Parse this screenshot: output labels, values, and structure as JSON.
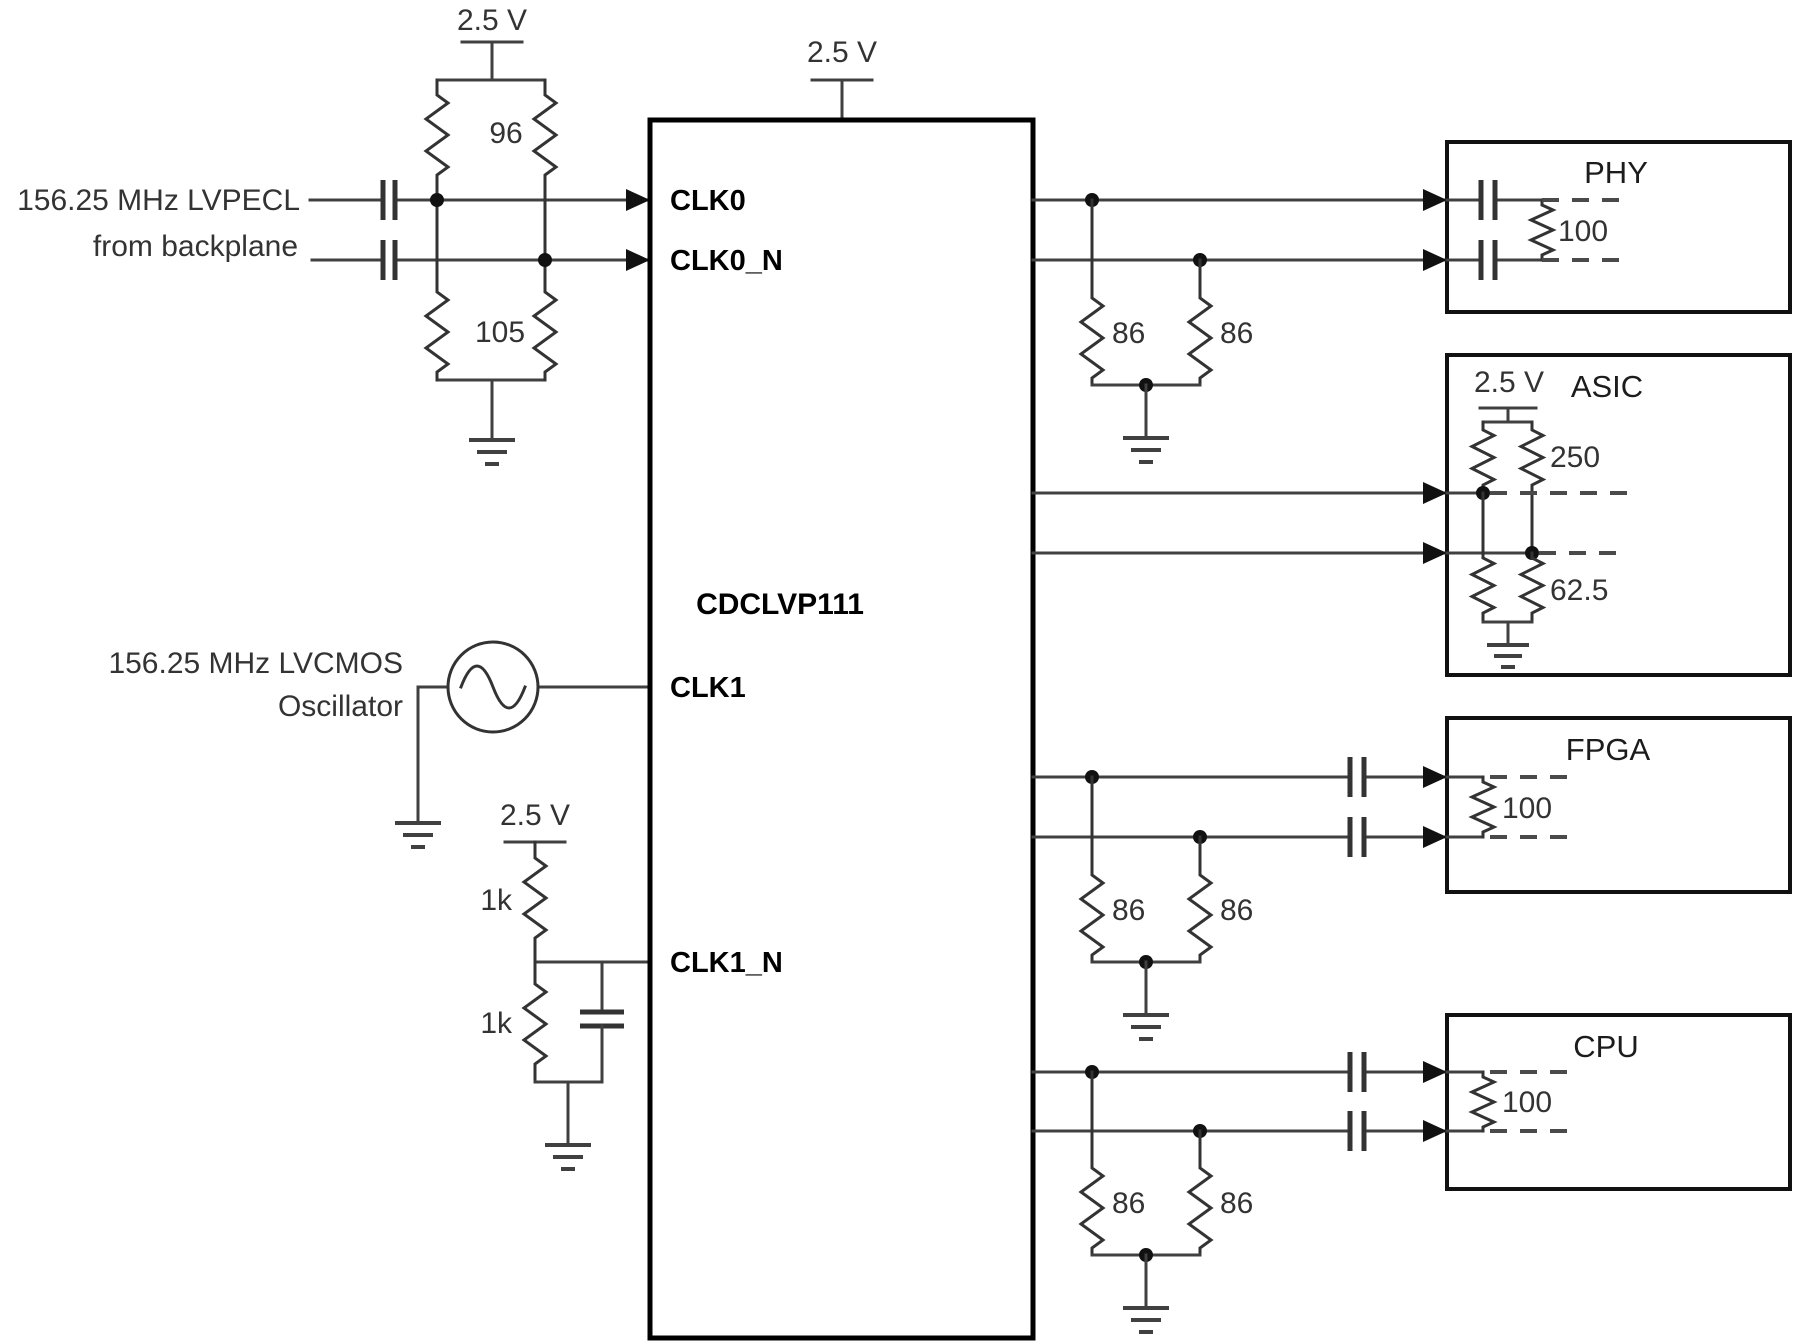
{
  "chip": {
    "name": "CDCLVP111",
    "supply": "2.5 V",
    "pins": {
      "clk0": "CLK0",
      "clk0_n": "CLK0_N",
      "clk1": "CLK1",
      "clk1_n": "CLK1_N"
    }
  },
  "lvpecl_input": {
    "label_line1": "156.25 MHz LVPECL",
    "label_line2": "from backplane",
    "supply": "2.5 V",
    "r_pullup": "96",
    "r_pulldown": "105"
  },
  "lvcmos_input": {
    "label_line1": "156.25 MHz LVCMOS",
    "label_line2": "Oscillator",
    "bias_supply": "2.5 V",
    "r_upper": "1k",
    "r_lower": "1k"
  },
  "terminations": {
    "r_output": "86"
  },
  "loads": {
    "phy": {
      "name": "PHY",
      "r_diff": "100"
    },
    "asic": {
      "name": "ASIC",
      "supply": "2.5 V",
      "r_pullup": "250",
      "r_pulldown": "62.5"
    },
    "fpga": {
      "name": "FPGA",
      "r_diff": "100"
    },
    "cpu": {
      "name": "CPU",
      "r_diff": "100"
    }
  },
  "colors": {
    "ink": "#333333",
    "background": "#ffffff"
  }
}
